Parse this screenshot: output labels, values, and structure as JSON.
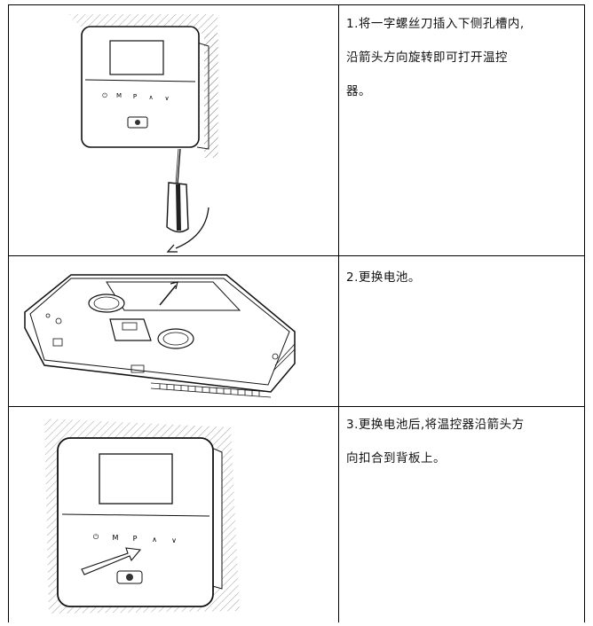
{
  "steps": [
    {
      "text": "1.将一字螺丝刀插入下侧孔槽内,沿箭头方向旋转即可打开温控器。",
      "line1": "1.将一字螺丝刀插入下侧孔槽内,",
      "line2": "沿箭头方向旋转即可打开温控",
      "line3": "器。"
    },
    {
      "text": "2.更换电池。"
    },
    {
      "text": "3.更换电池后,将温控器沿箭头方向扣合到背板上。",
      "line1": "3.更换电池后,将温控器沿箭头方",
      "line2": "向扣合到背板上。"
    }
  ],
  "thermostat_buttons": [
    "⏻",
    "M",
    "P",
    "∧",
    "∨"
  ]
}
